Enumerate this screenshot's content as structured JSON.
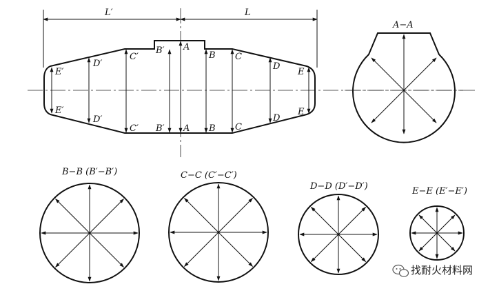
{
  "dimensions": {
    "left": "L′",
    "right": "L"
  },
  "side_view_labels": {
    "A_top": "A",
    "A_bottom": "A",
    "B_top": "B",
    "B_bottom": "B",
    "Bp_top": "B′",
    "Bp_bottom": "B′",
    "C_top": "C",
    "C_bottom": "C",
    "Cp_top": "C′",
    "Cp_bottom": "C′",
    "D_top": "D",
    "D_bottom": "D",
    "Dp_top": "D′",
    "Dp_bottom": "D′",
    "E_top": "E",
    "E_bottom": "E",
    "Ep_top": "E′",
    "Ep_bottom": "E′"
  },
  "sections": {
    "aa": "A−A",
    "bb": "B−B (B′−B′)",
    "cc": "C−C (C′−C′)",
    "dd": "D−D (D′−D′)",
    "ee": "E−E (E′−E′)"
  },
  "watermark": {
    "text": "找耐火材料网",
    "icon": "wechat-bubble-icon"
  }
}
